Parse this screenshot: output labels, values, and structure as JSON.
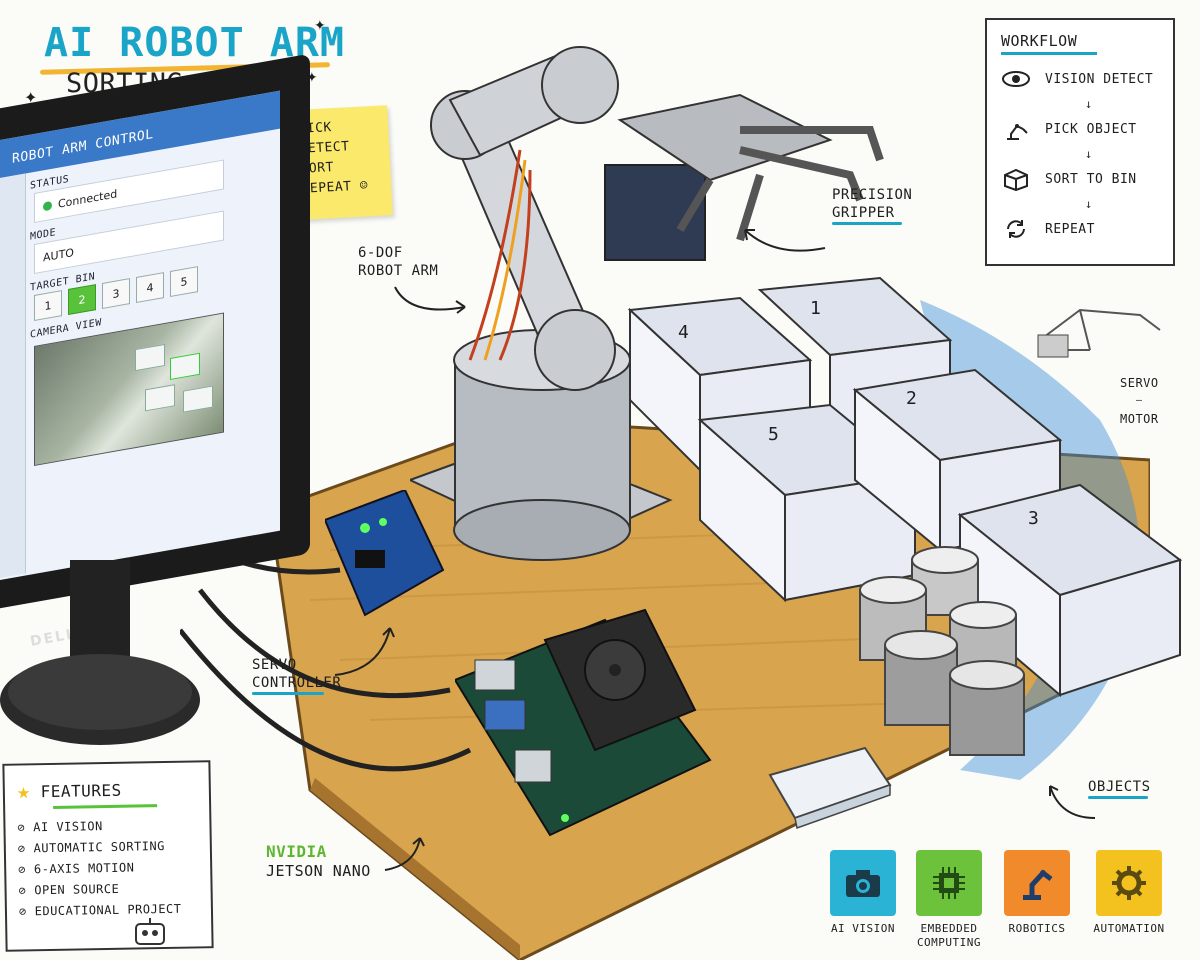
{
  "title": {
    "line1": "AI ROBOT ARM",
    "line2": "SORTING SYSTEM"
  },
  "sticky_note": {
    "items": [
      "PICK",
      "DETECT",
      "SORT",
      "REPEAT"
    ]
  },
  "workflow": {
    "title": "WORKFLOW",
    "steps": [
      {
        "label": "VISION DETECT",
        "icon": "eye-icon"
      },
      {
        "label": "PICK OBJECT",
        "icon": "robot-arm-icon"
      },
      {
        "label": "SORT TO BIN",
        "icon": "box-icon"
      },
      {
        "label": "REPEAT",
        "icon": "refresh-icon"
      }
    ],
    "arrow": "↓"
  },
  "monitor": {
    "window_title": "ROBOT ARM CONTROL",
    "status_label": "STATUS",
    "status_value": "Connected",
    "mode_label": "MODE",
    "mode_value": "AUTO",
    "target_bin_label": "TARGET BIN",
    "bins": [
      "1",
      "2",
      "3",
      "4",
      "5"
    ],
    "selected_bin": "2",
    "camera_label": "CAMERA VIEW",
    "brand": "DELL"
  },
  "labels": {
    "precision_gripper": [
      "PRECISION",
      "GRIPPER"
    ],
    "robot_arm": [
      "6-DOF",
      "ROBOT ARM"
    ],
    "servo_motor": [
      "SERVO",
      "MOTOR"
    ],
    "servo_controller": [
      "SERVO",
      "CONTROLLER"
    ],
    "nvidia": "NVIDIA",
    "jetson": "JETSON NANO",
    "objects": "OBJECTS"
  },
  "bins_on_table": [
    "4",
    "1",
    "5",
    "2",
    "3"
  ],
  "features": {
    "title": "FEATURES",
    "items": [
      "AI VISION",
      "AUTOMATIC SORTING",
      "6-AXIS MOTION",
      "OPEN SOURCE",
      "EDUCATIONAL PROJECT"
    ]
  },
  "tech_tiles": [
    {
      "label": "AI VISION",
      "icon": "camera-icon",
      "color": "#2bb3d6"
    },
    {
      "label": "EMBEDDED COMPUTING",
      "icon": "chip-icon",
      "color": "#6cc23a"
    },
    {
      "label": "ROBOTICS",
      "icon": "robot-arm-icon",
      "color": "#f08a2a"
    },
    {
      "label": "AUTOMATION",
      "icon": "gear-icon",
      "color": "#f4c21f"
    }
  ],
  "colors": {
    "accent_blue": "#1aa5c8",
    "accent_yellow": "#f2b431",
    "accent_green": "#58c23a",
    "wood": "#d9a44e"
  }
}
